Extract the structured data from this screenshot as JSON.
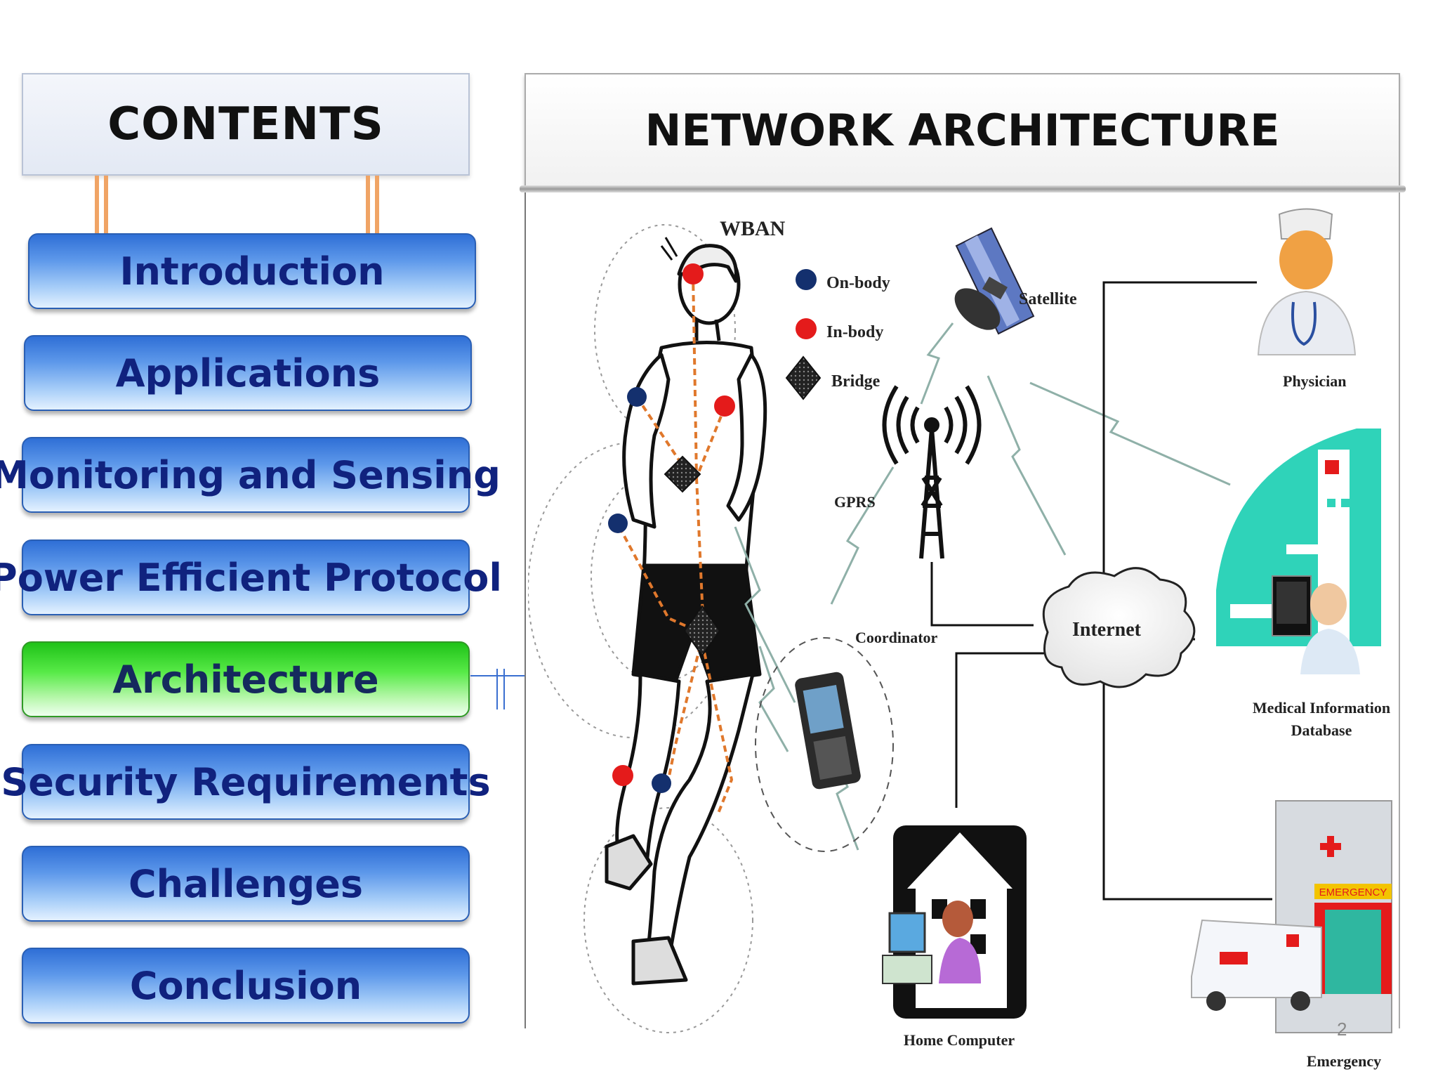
{
  "sidebar": {
    "header": "CONTENTS",
    "items": [
      {
        "label": "Introduction"
      },
      {
        "label": "Applications"
      },
      {
        "label": "Monitoring and Sensing"
      },
      {
        "label": "Power Efficient Protocol"
      },
      {
        "label": "Architecture"
      },
      {
        "label": "Security Requirements"
      },
      {
        "label": "Challenges"
      },
      {
        "label": "Conclusion"
      }
    ],
    "active_item": "Architecture"
  },
  "main": {
    "title": "NETWORK ARCHITECTURE",
    "diagram": {
      "wban_label": "WBAN",
      "legend": [
        {
          "label": "On-body",
          "icon": "blue-dot-icon"
        },
        {
          "label": "In-body",
          "icon": "red-dot-icon"
        },
        {
          "label": "Bridge",
          "icon": "diamond-icon"
        }
      ],
      "satellite_label": "Satellite",
      "gprs_label": "GPRS",
      "coordinator_label": "Coordinator",
      "internet_label": "Internet",
      "physician_label": "Physician",
      "medical_db_label_line1": "Medical Information",
      "medical_db_label_line2": "Database",
      "home_computer_label": "Home Computer",
      "emergency_label": "Emergency",
      "emergency_sign": "EMERGENCY"
    }
  },
  "page_number": "2",
  "colors": {
    "menu_blue": "#3b7be0",
    "menu_active_green": "#3ed830",
    "menu_text": "#10227e",
    "in_body": "#e41b1b",
    "on_body": "#14306e",
    "hospital_teal": "#2fd3b9"
  }
}
